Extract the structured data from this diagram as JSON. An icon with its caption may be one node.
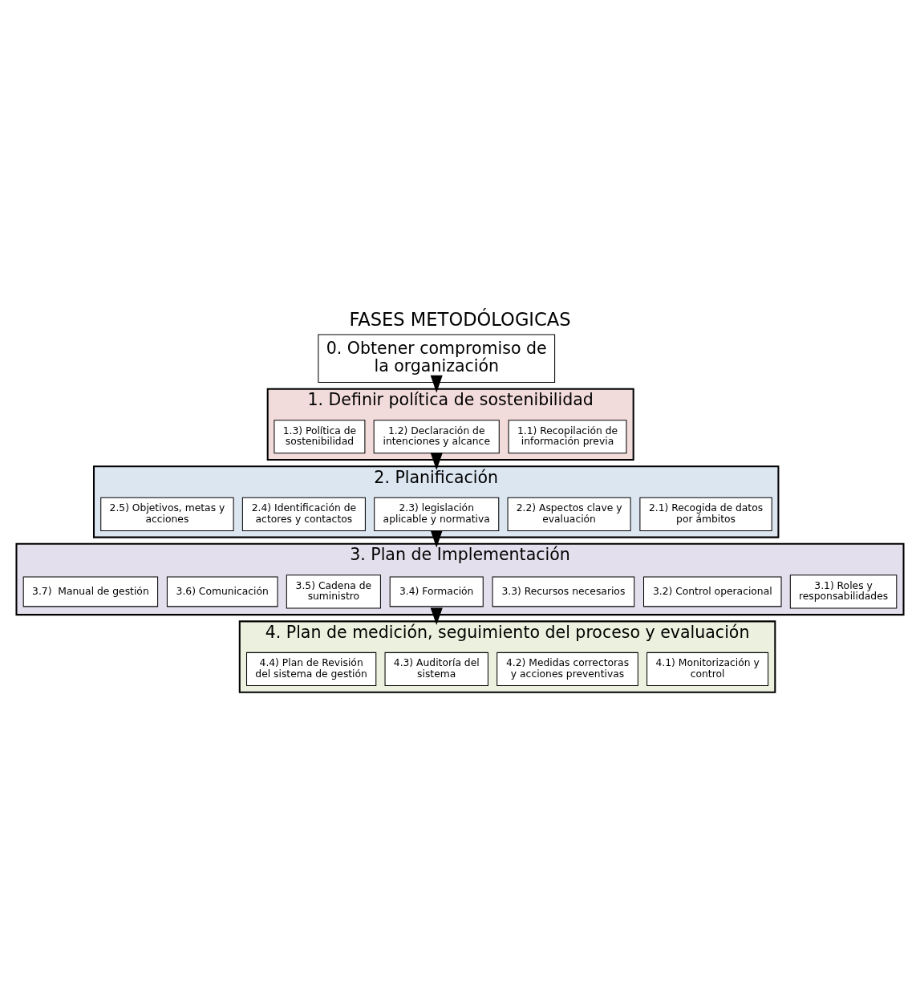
{
  "diagram": {
    "title": "FASES METODÓLOGICAS",
    "nodes": [
      {
        "text": [
          "0. Obtener compromiso de la organización"
        ]
      },
      {
        "text": [
          "1. Definir política de sostenibilidad"
        ]
      },
      {
        "text": [
          "1.1) Recopilación de información previa"
        ],
        "in": 1
      },
      {
        "text": [
          "1.2) Declaración de intenciones y alcance"
        ],
        "in": 1
      },
      {
        "text": [
          "1.3) Política de sostenibilidad"
        ],
        "in": 1
      },
      {
        "text": [
          "2. Planificación"
        ]
      },
      {
        "text": [
          "2.1) Recogida de datos por ámbitos"
        ],
        "in": 5
      },
      {
        "text": [
          "2.2) Aspectos clave y evaluación"
        ],
        "in": 5
      },
      {
        "text": [
          "2.3) legislación aplicable y normativa"
        ],
        "in": 5
      },
      {
        "text": [
          "2.4) Identificación de actores y contactos"
        ],
        "in": 5
      },
      {
        "text": [
          "2.5) Objetivos, metas y acciones"
        ],
        "in": 5
      },
      {
        "text": [
          "3. Plan de Implementación"
        ]
      },
      {
        "text": [
          "3.1) Roles y responsabilidades"
        ],
        "in": 11
      },
      {
        "text": [
          "3.2) Control operacional"
        ],
        "in": 11
      },
      {
        "text": [
          "3.3) Recursos necesarios"
        ],
        "in": 11
      },
      {
        "text": [
          "3.4) Formación"
        ],
        "in": 11
      },
      {
        "text": [
          "3.5) Cadena de suministro"
        ],
        "in": 11
      },
      {
        "text": [
          "3.6) Comunicación"
        ],
        "in": 11
      },
      {
        "text": [
          "3.7)  Manual de gestión"
        ],
        "in": 11
      },
      {
        "text": [
          "4. Plan de medición, seguimiento del proceso y evaluación"
        ]
      },
      {
        "text": [
          "4.1) Monitorización y control"
        ],
        "in": 19
      },
      {
        "text": [
          "4.2) Medidas correctoras y acciones preventivas"
        ],
        "in": 19
      },
      {
        "text": [
          "4.3) Auditoría del sistema"
        ],
        "in": 19
      },
      {
        "text": [
          "4.4) Plan de Revisión del sistema de gestión"
        ],
        "in": 19
      }
    ],
    "edges": [
      {
        "from": 0,
        "to": 1,
        "arrow": "to"
      },
      {
        "from": 1,
        "to": 5,
        "arrow": "to"
      },
      {
        "from": 5,
        "to": 11,
        "arrow": "to"
      },
      {
        "from": 11,
        "to": 19,
        "arrow": "to"
      }
    ]
  }
}
